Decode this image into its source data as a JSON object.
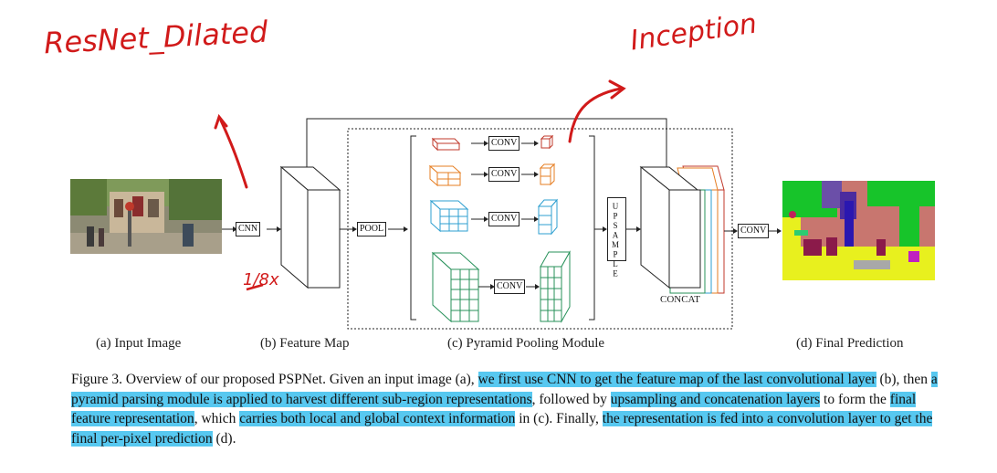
{
  "diagram": {
    "boxes": {
      "cnn": "CNN",
      "pool": "POOL",
      "conv1": "CONV",
      "conv2": "CONV",
      "conv3": "CONV",
      "conv4": "CONV",
      "upsample": "UPSAMPLE",
      "concat": "CONCAT",
      "conv_final": "CONV"
    },
    "subcaptions": [
      "(a) Input Image",
      "(b) Feature Map",
      "(c) Pyramid Pooling Module",
      "(d) Final Prediction"
    ],
    "pyramid_colors": [
      "#c0392b",
      "#e67e22",
      "#2e9fd0",
      "#27915a"
    ]
  },
  "caption": {
    "segments": [
      {
        "text": "Figure 3. Overview of our proposed PSPNet. Given an input image (a), ",
        "highlight": false
      },
      {
        "text": "we first use CNN to get the feature map of the last convolutional layer",
        "highlight": true
      },
      {
        "text": " (b), then ",
        "highlight": false
      },
      {
        "text": "a pyramid parsing module is applied to harvest different sub-region representations",
        "highlight": true
      },
      {
        "text": ", followed by ",
        "highlight": false
      },
      {
        "text": "upsampling and concatenation layers",
        "highlight": true
      },
      {
        "text": " to form the ",
        "highlight": false
      },
      {
        "text": "final feature representation",
        "highlight": true
      },
      {
        "text": ", which ",
        "highlight": false
      },
      {
        "text": "carries both local and global context information",
        "highlight": true
      },
      {
        "text": " in (c). Finally, ",
        "highlight": false
      },
      {
        "text": "the representation is fed into a convolution layer to get the final per-pixel prediction",
        "highlight": true
      },
      {
        "text": " (d).",
        "highlight": false
      }
    ]
  },
  "annotations": {
    "resnet": "ResNet_Dilated",
    "inception": "Inception",
    "scale": "1/8x"
  }
}
